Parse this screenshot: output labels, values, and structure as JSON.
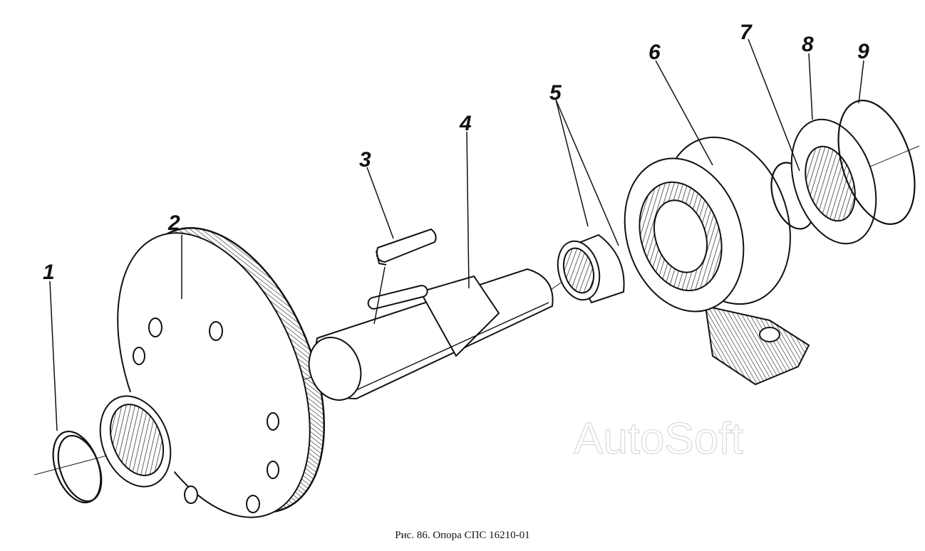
{
  "figure": {
    "caption": "Рис. 86. Опора СПС 16210-01",
    "watermark": "AutoSoft",
    "callouts": [
      "1",
      "2",
      "3",
      "4",
      "5",
      "6",
      "7",
      "8",
      "9"
    ]
  }
}
